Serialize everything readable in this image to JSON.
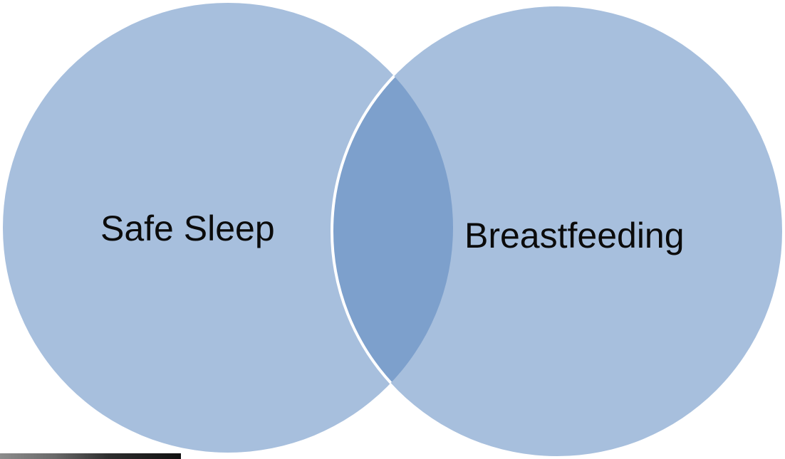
{
  "diagram": {
    "type": "venn",
    "sets": [
      {
        "id": "left",
        "label": "Safe Sleep"
      },
      {
        "id": "right",
        "label": "Breastfeeding"
      }
    ],
    "intersection_label": ""
  },
  "colors": {
    "circle_fill": "#a7bfdd",
    "intersection_fill": "#7da0cc",
    "outline": "#ffffff",
    "text": "#0b0b0b",
    "background": "#ffffff"
  }
}
